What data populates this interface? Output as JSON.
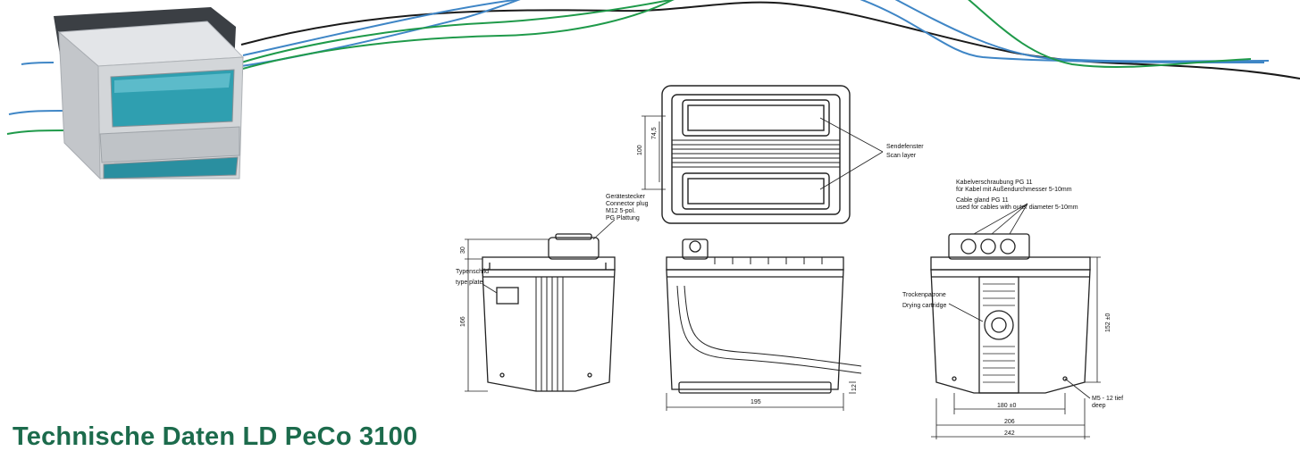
{
  "page": {
    "title": "Technische Daten LD PeCo 3100"
  },
  "colors": {
    "title": "#1c6b4c",
    "wire_black": "#1a1a1a",
    "wire_blue": "#3f86c6",
    "wire_green": "#1f9a4a",
    "housing": "#c9ccd0",
    "window": "#2aa7b8"
  },
  "drawing": {
    "top_view": {
      "dim_outer": "100",
      "dim_inner": "74,5",
      "callout": [
        "Sendefenster",
        "Scan layer"
      ]
    },
    "side_view": {
      "callout": [
        "Gerätestecker",
        "Connector plug",
        "M12 5-pol.",
        "PG Plattung"
      ],
      "type_label": [
        "Typenschild",
        "type plate"
      ],
      "dim_top": "30",
      "dim_height": "166"
    },
    "front_view": {
      "dim_width": "195",
      "dim_small": "12"
    },
    "rear_view": {
      "cable_gland_callout": [
        "Kabelverschraubung PG 11",
        "für Kabel mit Außendurchmesser 5-10mm",
        "Cable gland PG 11",
        "used for cables with outer diameter 5-10mm"
      ],
      "drying_callout": [
        "Trockenpatrone",
        "Drying cartridge"
      ],
      "mount_callout": [
        "M5 - 12 tief",
        "deep"
      ],
      "dim_height": "152 ±0",
      "dim_inner": "180 ±0",
      "dim_mid": "206",
      "dim_outer": "242"
    }
  }
}
